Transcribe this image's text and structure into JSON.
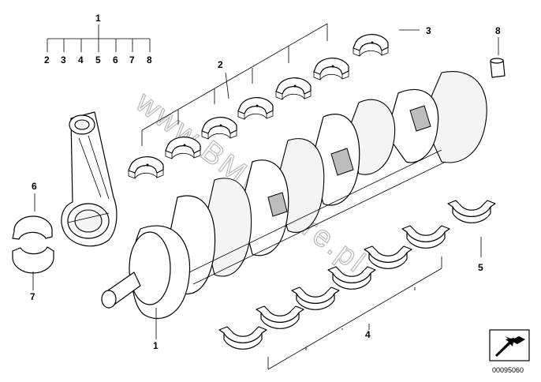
{
  "callouts": {
    "legend_top": "1",
    "legend_items": [
      "2",
      "3",
      "4",
      "5",
      "6",
      "7",
      "8"
    ],
    "crankshaft": "1",
    "upper_bearings": "2",
    "thrust_bearing": "3",
    "lower_bearings": "4",
    "lower_thrust": "5",
    "rod_bearing_upper": "6",
    "rod_bearing_lower": "7",
    "dowel_sleeve": "8"
  },
  "watermark": "www.BMWstore.pl",
  "diagram_code": "00095060",
  "icons": [
    "parts-catalog-arrow-icon"
  ]
}
